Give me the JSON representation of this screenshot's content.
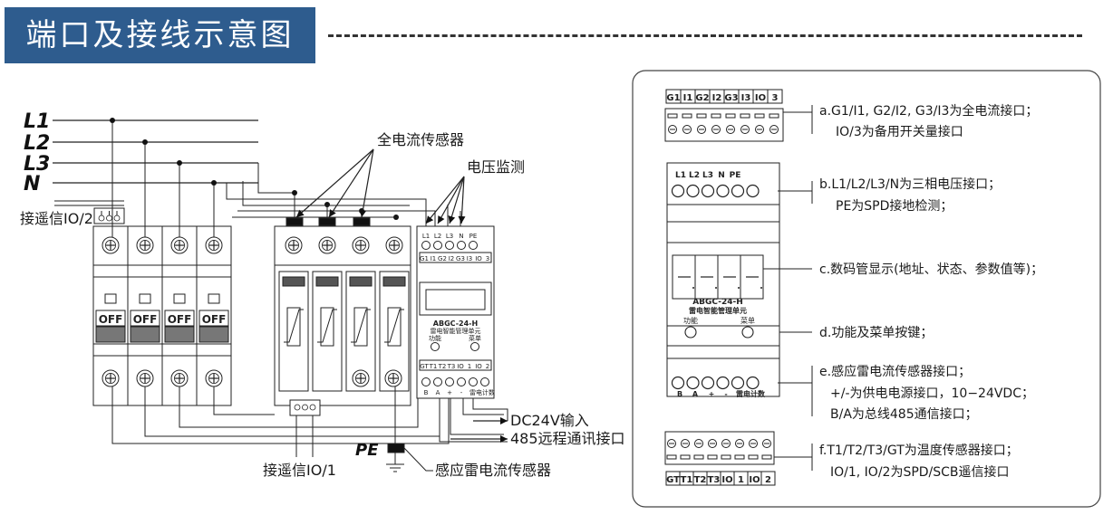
{
  "title": "端口及接线示意图",
  "left": {
    "phases": [
      "L1",
      "L2",
      "L3",
      "N"
    ],
    "remote_io2": "接遥信IO/2",
    "remote_io1": "接遥信IO/1",
    "off_label": "OFF",
    "full_current_sensor": "全电流传感器",
    "voltage_monitor": "电压监测",
    "dc24v": "DC24V输入",
    "rs485": "485远程通讯接口",
    "pe": "PE",
    "lightning_sensor": "感应雷电流传感器",
    "unit_model": "ABGC-24-H",
    "unit_name": "雷电智能管理单元",
    "unit_top_ports": [
      "L1",
      "L2",
      "L3",
      "N",
      "PE"
    ],
    "unit_top_terms": [
      "G1",
      "I1",
      "G2",
      "I2",
      "G3",
      "I3",
      "IO",
      "3"
    ],
    "unit_btn_func": "功能",
    "unit_btn_menu": "菜单",
    "unit_bottom_terms": [
      "GT",
      "T1",
      "T2",
      "T3",
      "IO",
      "1",
      "IO",
      "2"
    ],
    "unit_bottom_ports": [
      "B",
      "A",
      "+",
      "-",
      "雷电计数"
    ]
  },
  "right": {
    "top_terms": [
      "G1",
      "I1",
      "G2",
      "I2",
      "G3",
      "I3",
      "IO",
      "3"
    ],
    "voltage_ports": [
      "L1",
      "L2",
      "L3",
      "N",
      "PE"
    ],
    "model": "ABGC-24-H",
    "unit_name": "雷电智能管理单元",
    "btn_func": "功能",
    "btn_menu": "菜单",
    "bottom_ports": [
      "B",
      "A",
      "+",
      "-",
      "雷电计数"
    ],
    "bottom_terms": [
      "GT",
      "T1",
      "T2",
      "T3",
      "IO",
      "1",
      "IO",
      "2"
    ],
    "desc_a1": "a.G1/I1, G2/I2, G3/I3为全电流接口；",
    "desc_a2": "IO/3为备用开关量接口",
    "desc_b1": "b.L1/L2/L3/N为三相电压接口；",
    "desc_b2": "PE为SPD接地检测；",
    "desc_c": "c.数码管显示(地址、状态、参数值等)；",
    "desc_d": "d.功能及菜单按键；",
    "desc_e1": "e.感应雷电流传感器接口；",
    "desc_e2": "+/-为供电电源接口，10−24VDC；",
    "desc_e3": "B/A为总线485通信接口；",
    "desc_f1": "f.T1/T2/T3/GT为温度传感器接口；",
    "desc_f2": "IO/1, IO/2为SPD/SCB遥信接口"
  }
}
